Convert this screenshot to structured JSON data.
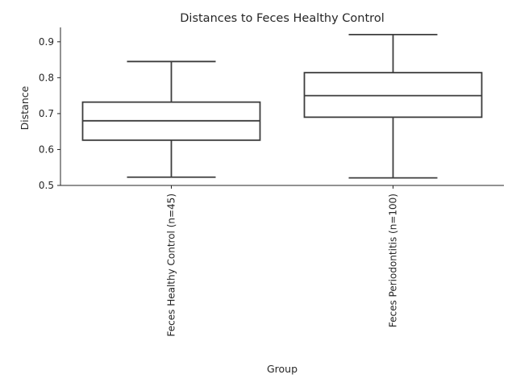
{
  "chart_data": {
    "type": "box",
    "title": "Distances to Feces Healthy Control",
    "xlabel": "Group",
    "ylabel": "Distance",
    "ylim": [
      0.5,
      0.94
    ],
    "yticks": [
      "0.5",
      "0.6",
      "0.7",
      "0.8",
      "0.9"
    ],
    "grid": false,
    "groups": [
      {
        "label": "Feces Healthy Control (n=45)",
        "whisker_low": 0.523,
        "q1": 0.626,
        "median": 0.68,
        "q3": 0.732,
        "whisker_high": 0.845
      },
      {
        "label": "Feces Periodontitis (n=100)",
        "whisker_low": 0.521,
        "q1": 0.69,
        "median": 0.75,
        "q3": 0.814,
        "whisker_high": 0.92
      }
    ]
  }
}
